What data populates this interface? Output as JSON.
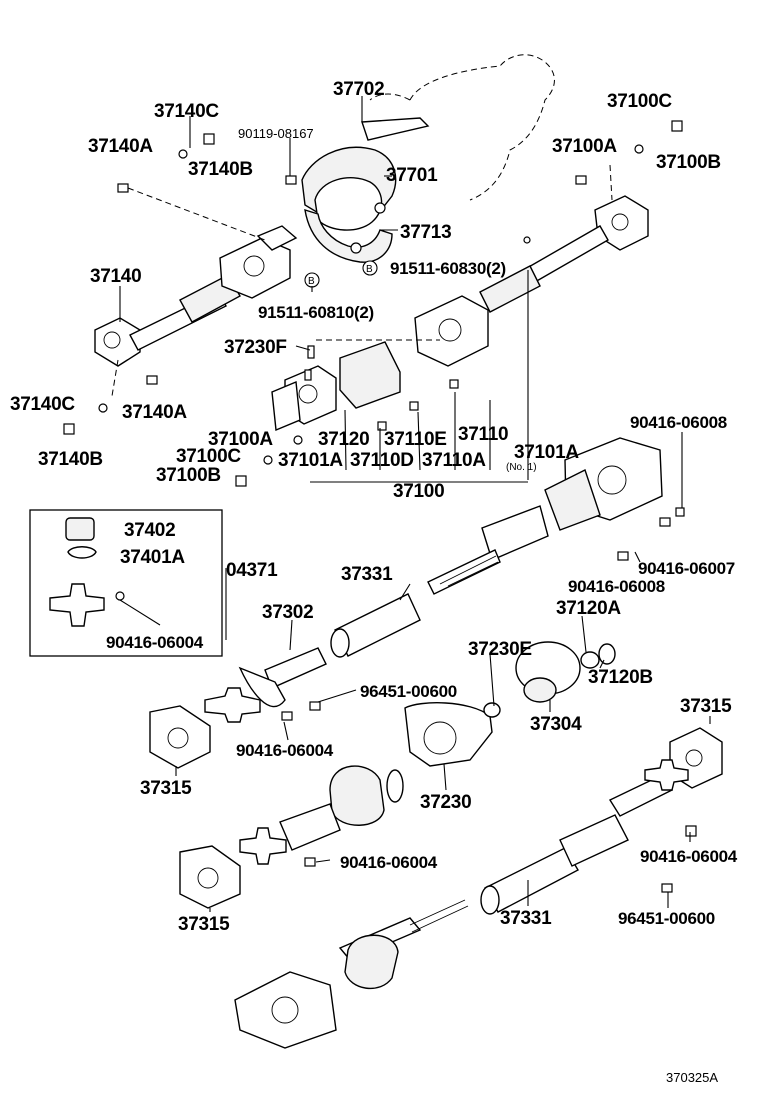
{
  "diagram_code": "370325A",
  "labels": {
    "l37702": "37702",
    "l37140C_top": "37140C",
    "l90119": "90119-08167",
    "l37100C_top": "37100C",
    "l37140A_top": "37140A",
    "l37140B_top": "37140B",
    "l37701": "37701",
    "l37100A_top": "37100A",
    "l37100B_top": "37100B",
    "l37713": "37713",
    "l37140": "37140",
    "l91511_60830": "91511-60830(2)",
    "l91511_60810": "91511-60810(2)",
    "l37230F": "37230F",
    "l37140C_bot": "37140C",
    "l37140A_bot": "37140A",
    "l37100A_mid": "37100A",
    "l37120": "37120",
    "l37110E": "37110E",
    "l37110": "37110",
    "l37101A_right": "37101A",
    "l90416_06008_top": "90416-06008",
    "l37140B_bot": "37140B",
    "l37100C_mid": "37100C",
    "l37101A_left": "37101A",
    "l37110D": "37110D",
    "l37110A": "37110A",
    "l37100B_mid": "37100B",
    "l37100": "37100",
    "l37402": "37402",
    "l37401A": "37401A",
    "l04371": "04371",
    "l37331_top": "37331",
    "l90416_06007": "90416-06007",
    "l90416_06008_bot": "90416-06008",
    "l90416_06004_box": "90416-06004",
    "l37302": "37302",
    "l37120A": "37120A",
    "l37230E": "37230E",
    "l96451_00600_top": "96451-00600",
    "l37120B": "37120B",
    "l37304": "37304",
    "l37315_right": "37315",
    "l90416_06004_a": "90416-06004",
    "l37315_left1": "37315",
    "l37230": "37230",
    "l90416_06004_b": "90416-06004",
    "l90416_06004_c": "90416-06004",
    "l37315_left2": "37315",
    "l37331_bot": "37331",
    "l96451_00600_bot": "96451-00600"
  },
  "notes": {
    "circle_b": "B",
    "no1": "(No. 1)"
  }
}
